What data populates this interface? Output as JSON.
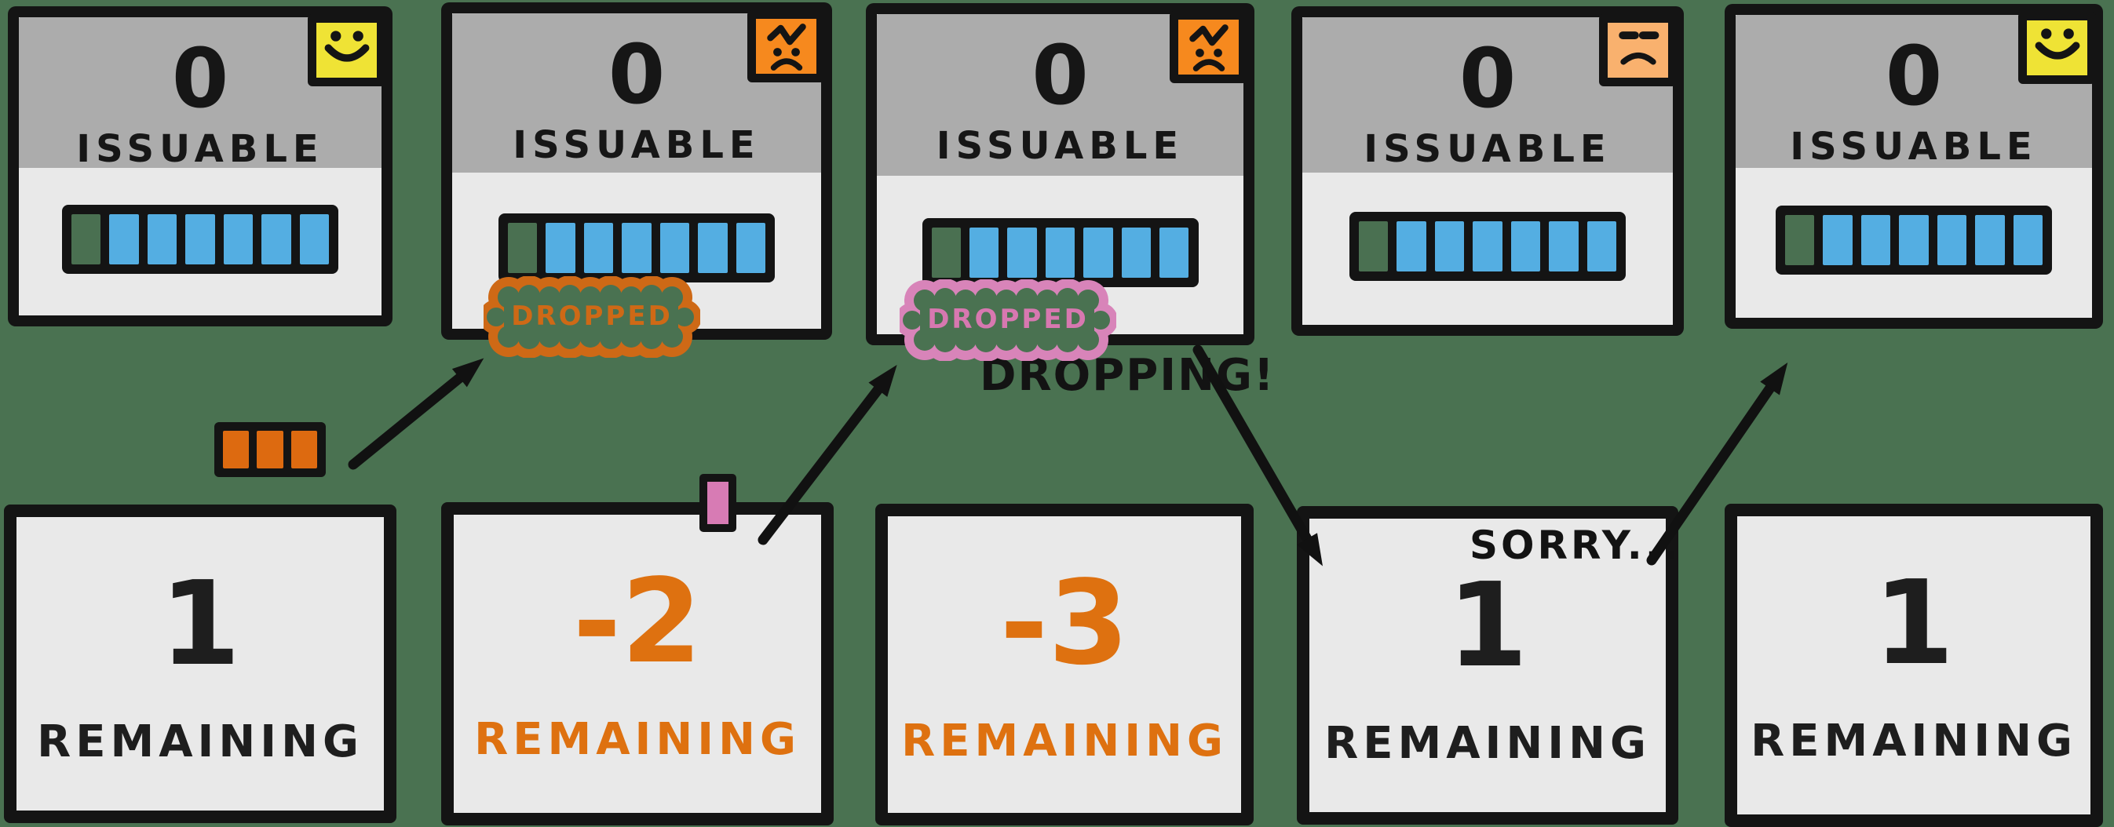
{
  "scene": {
    "background_color": "#4A7251",
    "ink_color": "#141414",
    "card_top_gray": "#ACACAC",
    "card_body_gray": "#E9E9E9",
    "bar_blue": "#54AEE2"
  },
  "panels": [
    {
      "issuable_value": "0",
      "issuable_label": "ISSUABLE",
      "mood": "happy",
      "mood_color": "#EFE335",
      "bar": {
        "cells": 7,
        "empty": 1,
        "filled": 6
      },
      "remaining_value": "1",
      "remaining_label": "REMAINING",
      "remaining_color": "#1E1E1E"
    },
    {
      "issuable_value": "0",
      "issuable_label": "ISSUABLE",
      "mood": "angry",
      "mood_color": "#F6891E",
      "bar": {
        "cells": 7,
        "empty": 1,
        "filled": 6
      },
      "badge": {
        "text": "DROPPED",
        "color": "#CE6916"
      },
      "remaining_value": "-2",
      "remaining_label": "REMAINING",
      "remaining_color": "#DE7110"
    },
    {
      "issuable_value": "0",
      "issuable_label": "ISSUABLE",
      "mood": "angry",
      "mood_color": "#F6891E",
      "bar": {
        "cells": 7,
        "empty": 1,
        "filled": 6
      },
      "badge": {
        "text": "DROPPED",
        "color": "#D884B9"
      },
      "remaining_value": "-3",
      "remaining_label": "REMAINING",
      "remaining_color": "#DE7110"
    },
    {
      "issuable_value": "0",
      "issuable_label": "ISSUABLE",
      "mood": "unamused",
      "mood_color": "#F9B16E",
      "bar": {
        "cells": 7,
        "empty": 1,
        "filled": 6
      },
      "remaining_value": "1",
      "remaining_label": "REMAINING",
      "remaining_color": "#1E1E1E"
    },
    {
      "issuable_value": "0",
      "issuable_label": "ISSUABLE",
      "mood": "happy",
      "mood_color": "#EFE335",
      "bar": {
        "cells": 7,
        "empty": 1,
        "filled": 6
      },
      "remaining_value": "1",
      "remaining_label": "REMAINING",
      "remaining_color": "#1E1E1E"
    }
  ],
  "annotations": {
    "orange_tokens": {
      "count": 3,
      "color": "#DD6A10"
    },
    "pink_token": {
      "count": 1,
      "color": "#D77BB4"
    },
    "dropping_label": "DROPPING!",
    "sorry_label": "SORRY...",
    "arrow_count": 4
  }
}
